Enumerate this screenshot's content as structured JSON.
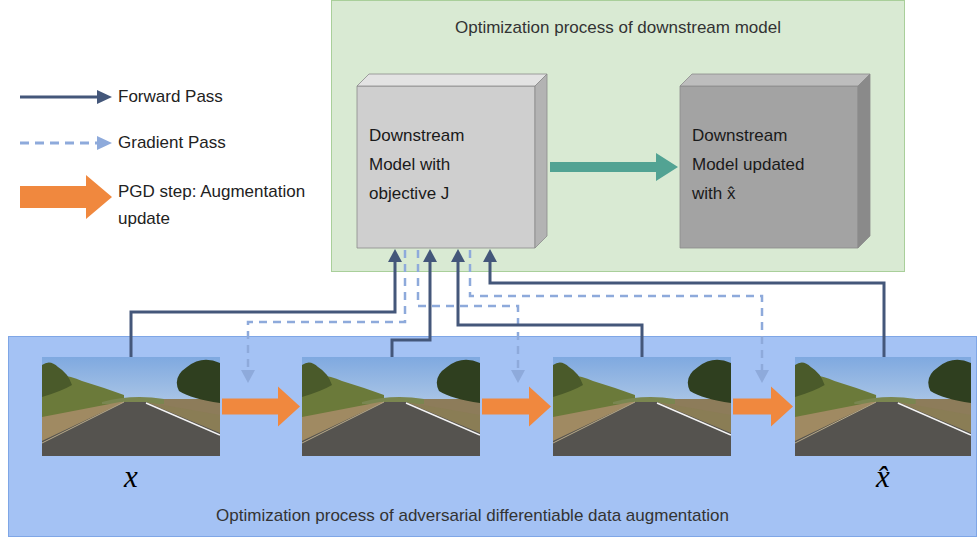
{
  "diagram": {
    "nodes": [
      {
        "text": [
          "Optimization process of downstream model"
        ]
      },
      {
        "text": [
          "Downstream Model with objective J"
        ],
        "in": 0
      },
      {
        "text": [
          "Downstream Model updated with x̂"
        ],
        "in": 0
      },
      {
        "text": [
          "Optimization process of adversarial differentiable data augmentation"
        ]
      },
      {
        "text": [
          "x"
        ],
        "in": 3
      },
      {
        "text": [],
        "in": 3
      },
      {
        "text": [],
        "in": 3
      },
      {
        "text": [
          "x̂"
        ],
        "in": 3
      }
    ],
    "edges": [
      {
        "from": 1,
        "to": 2,
        "arrow": "to"
      },
      {
        "from": 4,
        "to": 5,
        "arrow": "to"
      },
      {
        "from": 5,
        "to": 6,
        "arrow": "to"
      },
      {
        "from": 6,
        "to": 7,
        "arrow": "to"
      },
      {
        "from": 4,
        "to": 1,
        "arrow": "to"
      },
      {
        "from": 5,
        "to": 1,
        "arrow": "to"
      },
      {
        "from": 6,
        "to": 1,
        "arrow": "to"
      },
      {
        "from": 7,
        "to": 1,
        "arrow": "to"
      }
    ],
    "legend": [
      {
        "text": "Forward Pass"
      },
      {
        "text": "Gradient Pass"
      },
      {
        "text": "PGD step: Augmentation update"
      }
    ]
  }
}
